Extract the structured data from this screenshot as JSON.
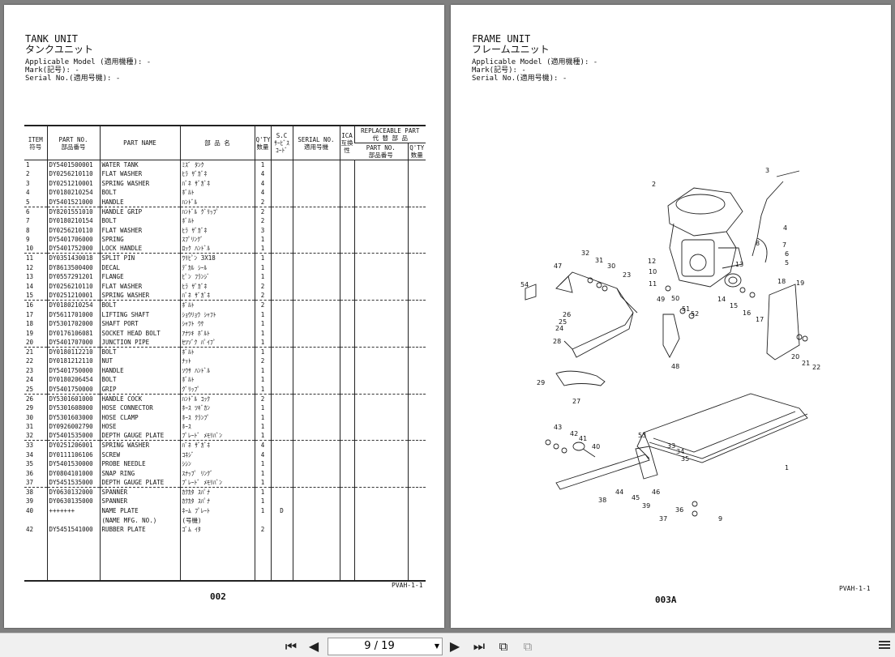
{
  "left_page": {
    "title_en": "TANK UNIT",
    "title_jp": "タンクユニット",
    "meta": [
      "Applicable Model (適用機種): -",
      "Mark(記号): -",
      "Serial No.(適用号機): -"
    ],
    "columns": {
      "item": "ITEM\n符号",
      "part_no": "PART NO.\n部品番号",
      "part_name": "PART NAME",
      "jp_name": "部 品 名",
      "qty": "Q'TY\n数量",
      "sc": "S.C\nｻｰﾋﾞｽ\nｺｰﾄﾞ",
      "serial": "SERIAL NO.\n適用号機",
      "ica": "ICA\n互換性",
      "repl": "REPLACEABLE PART\n代 替 部 品",
      "repl_no": "PART NO.\n部品番号",
      "repl_qty": "Q'TY\n数量"
    },
    "rows": [
      {
        "item": "1",
        "part_no": "DY5401500001",
        "name": "WATER TANK",
        "jp": "ﾐｽﾞ ﾀﾝｸ",
        "qty": "1",
        "sc": ""
      },
      {
        "item": "2",
        "part_no": "DY0256210110",
        "name": "FLAT WASHER",
        "jp": "ﾋﾗ ｻﾞｶﾞﾈ",
        "qty": "4",
        "sc": ""
      },
      {
        "item": "3",
        "part_no": "DY0251210001",
        "name": "SPRING WASHER",
        "jp": "ﾊﾞﾈ ｻﾞｶﾞﾈ",
        "qty": "4",
        "sc": ""
      },
      {
        "item": "4",
        "part_no": "DY0180210254",
        "name": "BOLT",
        "jp": "ﾎﾞﾙﾄ",
        "qty": "4",
        "sc": ""
      },
      {
        "item": "5",
        "part_no": "DY5401521000",
        "name": "HANDLE",
        "jp": "ﾊﾝﾄﾞﾙ",
        "qty": "2",
        "sc": ""
      },
      {
        "item": "6",
        "part_no": "DY8201551010",
        "name": "HANDLE GRIP",
        "jp": "ﾊﾝﾄﾞﾙ ｸﾞﾘｯﾌﾟ",
        "qty": "2",
        "sc": ""
      },
      {
        "item": "7",
        "part_no": "DY0180210154",
        "name": "BOLT",
        "jp": "ﾎﾞﾙﾄ",
        "qty": "2",
        "sc": ""
      },
      {
        "item": "8",
        "part_no": "DY0256210110",
        "name": "FLAT WASHER",
        "jp": "ﾋﾗ ｻﾞｶﾞﾈ",
        "qty": "3",
        "sc": ""
      },
      {
        "item": "9",
        "part_no": "DY5401706000",
        "name": "SPRING",
        "jp": "ｽﾌﾟﾘﾝｸﾞ",
        "qty": "1",
        "sc": ""
      },
      {
        "item": "10",
        "part_no": "DY5401752000",
        "name": "LOCK HANDLE",
        "jp": "ﾛｯｸ ﾊﾝﾄﾞﾙ",
        "qty": "1",
        "sc": ""
      },
      {
        "item": "11",
        "part_no": "DY0351430018",
        "name": "SPLIT PIN",
        "jp": "ﾜﾘﾋﾟﾝ 3X18",
        "qty": "1",
        "sc": ""
      },
      {
        "item": "12",
        "part_no": "DY8613500400",
        "name": "DECAL",
        "jp": "ﾃﾞｶﾙ ｼｰﾙ",
        "qty": "1",
        "sc": ""
      },
      {
        "item": "13",
        "part_no": "DY0557291201",
        "name": "FLANGE",
        "jp": "ﾋﾟﾝ ﾌﾗﾝｼﾞ",
        "qty": "1",
        "sc": ""
      },
      {
        "item": "14",
        "part_no": "DY0256210110",
        "name": "FLAT WASHER",
        "jp": "ﾋﾗ ｻﾞｶﾞﾈ",
        "qty": "2",
        "sc": ""
      },
      {
        "item": "15",
        "part_no": "DY0251210001",
        "name": "SPRING WASHER",
        "jp": "ﾊﾞﾈ ｻﾞｶﾞﾈ",
        "qty": "2",
        "sc": ""
      },
      {
        "item": "16",
        "part_no": "DY0180210254",
        "name": "BOLT",
        "jp": "ﾎﾞﾙﾄ",
        "qty": "2",
        "sc": ""
      },
      {
        "item": "17",
        "part_no": "DY5611701000",
        "name": "LIFTING SHAFT",
        "jp": "ｼｮｳﾘｮｳ ｼｬﾌﾄ",
        "qty": "1",
        "sc": ""
      },
      {
        "item": "18",
        "part_no": "DY5301702000",
        "name": "SHAFT PORT",
        "jp": "ｼｬﾌﾄ ｳｹ",
        "qty": "1",
        "sc": ""
      },
      {
        "item": "19",
        "part_no": "DY0176106081",
        "name": "SOCKET HEAD BOLT",
        "jp": "ｱﾅﾂｷ ﾎﾞﾙﾄ",
        "qty": "1",
        "sc": ""
      },
      {
        "item": "20",
        "part_no": "DY5401707000",
        "name": "JUNCTION PIPE",
        "jp": "ｾﾂｿﾞｸ ﾊﾟｲﾌﾟ",
        "qty": "1",
        "sc": ""
      },
      {
        "item": "21",
        "part_no": "DY0180112210",
        "name": "BOLT",
        "jp": "ﾎﾞﾙﾄ",
        "qty": "1",
        "sc": ""
      },
      {
        "item": "22",
        "part_no": "DY0181212110",
        "name": "NUT",
        "jp": "ﾅｯﾄ",
        "qty": "2",
        "sc": ""
      },
      {
        "item": "23",
        "part_no": "DY5401750000",
        "name": "HANDLE",
        "jp": "ｿｳｻ ﾊﾝﾄﾞﾙ",
        "qty": "1",
        "sc": ""
      },
      {
        "item": "24",
        "part_no": "DY0180206454",
        "name": "BOLT",
        "jp": "ﾎﾞﾙﾄ",
        "qty": "1",
        "sc": ""
      },
      {
        "item": "25",
        "part_no": "DY5401750000",
        "name": "GRIP",
        "jp": "ｸﾞﾘｯﾌﾟ",
        "qty": "1",
        "sc": ""
      },
      {
        "item": "26",
        "part_no": "DY5301601000",
        "name": "HANDLE COCK",
        "jp": "ﾊﾝﾄﾞﾙ ｺｯｸ",
        "qty": "2",
        "sc": ""
      },
      {
        "item": "29",
        "part_no": "DY5301608000",
        "name": "HOSE CONNECTOR",
        "jp": "ﾎｰｽ ﾂｷﾞｶﾝ",
        "qty": "1",
        "sc": ""
      },
      {
        "item": "30",
        "part_no": "DY5301603000",
        "name": "HOSE CLAMP",
        "jp": "ﾎｰｽ ｸﾗﾝﾌﾟ",
        "qty": "1",
        "sc": ""
      },
      {
        "item": "31",
        "part_no": "DY0926002790",
        "name": "HOSE",
        "jp": "ﾎｰｽ",
        "qty": "1",
        "sc": ""
      },
      {
        "item": "32",
        "part_no": "DY5401535000",
        "name": "DEPTH GAUGE PLATE",
        "jp": "ﾌﾟﾚｰﾄﾞ ﾒﾓﾘﾊﾞﾝ",
        "qty": "1",
        "sc": ""
      },
      {
        "item": "33",
        "part_no": "DY0251206001",
        "name": "SPRING WASHER",
        "jp": "ﾊﾞﾈ ｻﾞｶﾞﾈ",
        "qty": "4",
        "sc": ""
      },
      {
        "item": "34",
        "part_no": "DY0111106106",
        "name": "SCREW",
        "jp": "ｺﾈｼﾞ",
        "qty": "4",
        "sc": ""
      },
      {
        "item": "35",
        "part_no": "DY5401530000",
        "name": "PROBE NEEDLE",
        "jp": "ｼｼﾝ",
        "qty": "1",
        "sc": ""
      },
      {
        "item": "36",
        "part_no": "DY0804101000",
        "name": "SNAP RING",
        "jp": "ｽﾅｯﾌﾟ ﾘﾝｸﾞ",
        "qty": "1",
        "sc": ""
      },
      {
        "item": "37",
        "part_no": "DY5451535000",
        "name": "DEPTH GAUGE PLATE",
        "jp": "ﾌﾟﾚｰﾄﾞ ﾒﾓﾘﾊﾞﾝ",
        "qty": "1",
        "sc": ""
      },
      {
        "item": "38",
        "part_no": "DY0630132000",
        "name": "SPANNER",
        "jp": "ｶｸｶﾀ ｽﾊﾟﾅ",
        "qty": "1",
        "sc": ""
      },
      {
        "item": "39",
        "part_no": "DY0630135000",
        "name": "SPANNER",
        "jp": "ｶｸｶﾀ ｽﾊﾟﾅ",
        "qty": "1",
        "sc": ""
      },
      {
        "item": "40",
        "part_no": "+++++++",
        "name": "NAME PLATE",
        "jp": "ﾈｰﾑ ﾌﾟﾚｰﾄ",
        "qty": "1",
        "sc": "D"
      },
      {
        "item": "",
        "part_no": "",
        "name": "(NAME MFG. NO.)",
        "jp": "(号機)",
        "qty": "",
        "sc": ""
      },
      {
        "item": "42",
        "part_no": "DY5451541000",
        "name": "RUBBER PLATE",
        "jp": "ｺﾞﾑ ｲﾀ",
        "qty": "2",
        "sc": ""
      }
    ],
    "code": "PVAH-1-1",
    "page_no": "002"
  },
  "right_page": {
    "title_en": "FRAME UNIT",
    "title_jp": "フレームユニット",
    "meta": [
      "Applicable Model (適用機種): -",
      "Mark(記号): -",
      "Serial No.(適用号機): -"
    ],
    "callouts": [
      "1",
      "2",
      "3",
      "4",
      "5",
      "6",
      "7",
      "8",
      "9",
      "10",
      "11",
      "12",
      "13",
      "14",
      "15",
      "16",
      "17",
      "18",
      "19",
      "20",
      "21",
      "22",
      "23",
      "24",
      "25",
      "26",
      "27",
      "28",
      "29",
      "30",
      "31",
      "32",
      "33",
      "34",
      "35",
      "36",
      "37",
      "38",
      "39",
      "40",
      "41",
      "42",
      "43",
      "44",
      "45",
      "46",
      "47",
      "48",
      "49",
      "50",
      "51",
      "52",
      "53",
      "54"
    ],
    "code": "PVAH-1-1",
    "page_no": "003A"
  },
  "toolbar": {
    "page_indicator": "9 / 19",
    "icons": [
      "first-page-icon",
      "prev-page-icon",
      "next-page-icon",
      "last-page-icon",
      "fit-page-icon",
      "fit-width-icon",
      "menu-icon"
    ]
  }
}
